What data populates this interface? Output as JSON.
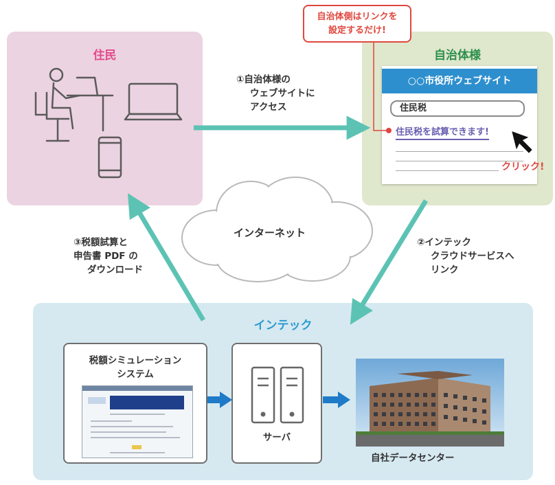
{
  "resident": {
    "title": "住民"
  },
  "municipality": {
    "title": "自治体様",
    "note": [
      "自治体側はリンクを",
      "設定するだけ!"
    ],
    "website": {
      "header": "○○市役所ウェブサイト",
      "search_value": "住民税",
      "link_text": "住民税を試算できます!",
      "click_label": "クリック!"
    }
  },
  "flows": {
    "step1": [
      "①自治体様の",
      "ウェブサイトに",
      "アクセス"
    ],
    "step2": [
      "②インテック",
      "クラウドサービスへ",
      "リンク"
    ],
    "step3": [
      "③税額試算と",
      "申告書 PDF の",
      "ダウンロード"
    ]
  },
  "internet": {
    "label": "インターネット"
  },
  "intec": {
    "title": "インテック",
    "simulation": {
      "title": [
        "税額シミュレーション",
        "システム"
      ]
    },
    "server": {
      "label": "サーバ"
    },
    "datacenter": {
      "label": "自社データセンター"
    }
  },
  "colors": {
    "resident_bg": "#ecd3e1",
    "municipality_bg": "#dfe7cc",
    "intec_bg": "#d6e9f1",
    "teal_arrow": "#5cc3b4",
    "blue_arrow": "#1f7bc7",
    "accent_red": "#e0473e"
  },
  "icons": [
    "person-at-desk-icon",
    "laptop-icon",
    "smartphone-icon",
    "cursor-arrow-icon",
    "server-icon",
    "building-photo",
    "cloud-shape"
  ]
}
